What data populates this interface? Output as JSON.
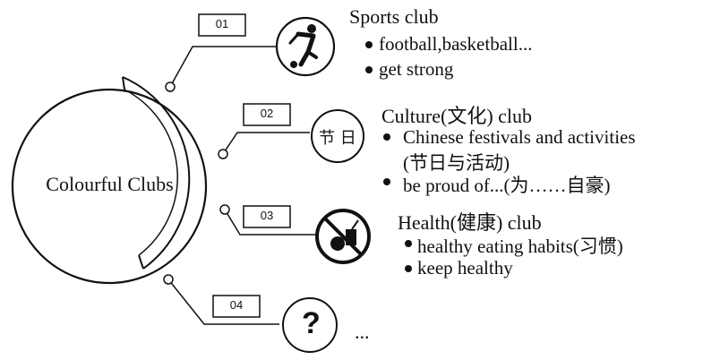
{
  "center": {
    "title": "Colourful Clubs"
  },
  "clubs": [
    {
      "number": "01",
      "icon": "soccer-player-icon",
      "title": "Sports club",
      "bullets": [
        "football,basketball...",
        "get strong"
      ]
    },
    {
      "number": "02",
      "icon": "festival-icon",
      "icon_text": "节 日",
      "title": "Culture(文化) club",
      "bullets": [
        "Chinese festivals and activities",
        "be proud of...(为……自豪)"
      ],
      "bullet_continuation": "(节日与活动)"
    },
    {
      "number": "03",
      "icon": "no-junk-food-icon",
      "title": "Health(健康) club",
      "bullets": [
        "healthy eating habits(习惯)",
        "keep healthy"
      ]
    },
    {
      "number": "04",
      "icon": "question-icon",
      "icon_text": "?",
      "title": "...",
      "bullets": []
    }
  ]
}
